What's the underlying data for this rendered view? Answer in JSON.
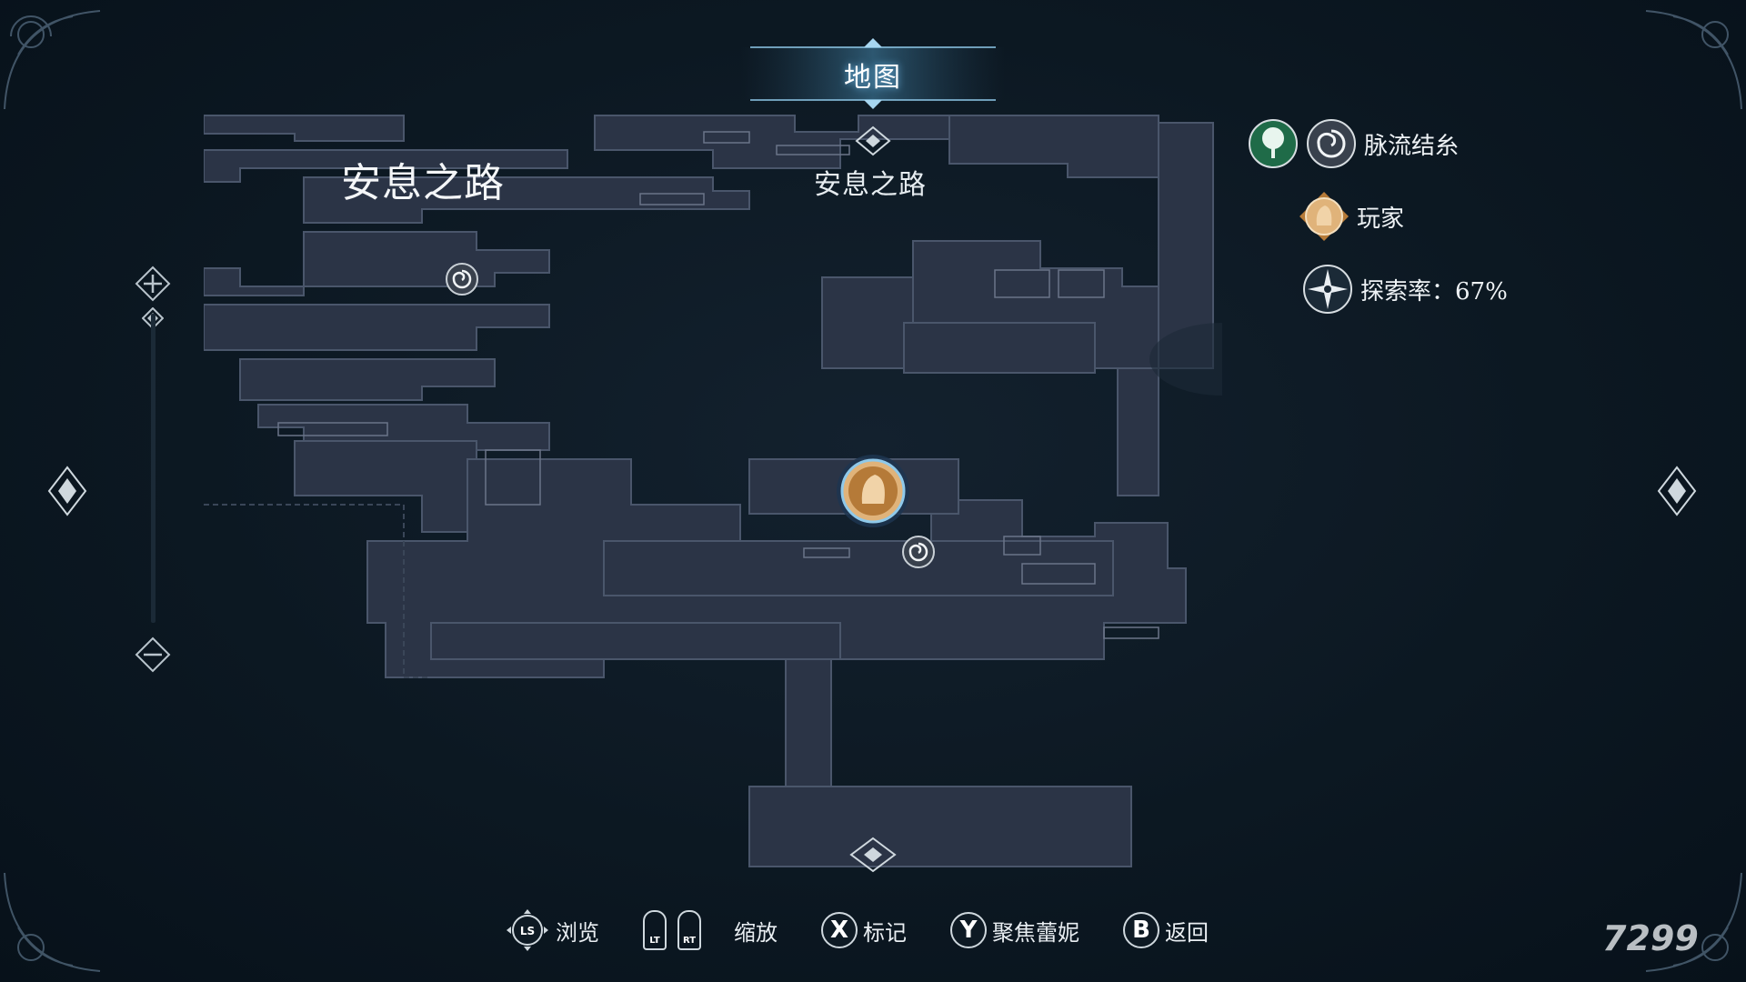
{
  "header": {
    "title": "地图"
  },
  "map": {
    "region_title": "安息之路",
    "area_label": "安息之路"
  },
  "legend": {
    "items": [
      {
        "label": "脉流结糸",
        "icons": [
          "tree-node-icon",
          "spiral-node-icon"
        ]
      },
      {
        "label": "玩家",
        "icons": [
          "player-marker-icon"
        ]
      },
      {
        "label": "探索率：67%",
        "icons": [
          "compass-icon"
        ]
      }
    ],
    "exploration_percent": 67
  },
  "controls": [
    {
      "button": "LS",
      "label": "浏览"
    },
    {
      "button": "LT RT",
      "label": "缩放"
    },
    {
      "button": "X",
      "label": "标记"
    },
    {
      "button": "Y",
      "label": "聚焦蕾妮"
    },
    {
      "button": "B",
      "label": "返回"
    }
  ],
  "watermark": "7299",
  "colors": {
    "background": "#0c1822",
    "map_room": "#2b3446",
    "map_outline": "#4a566b",
    "player_gold": "#d49a4a",
    "accent_glow": "#6fb8e6"
  }
}
